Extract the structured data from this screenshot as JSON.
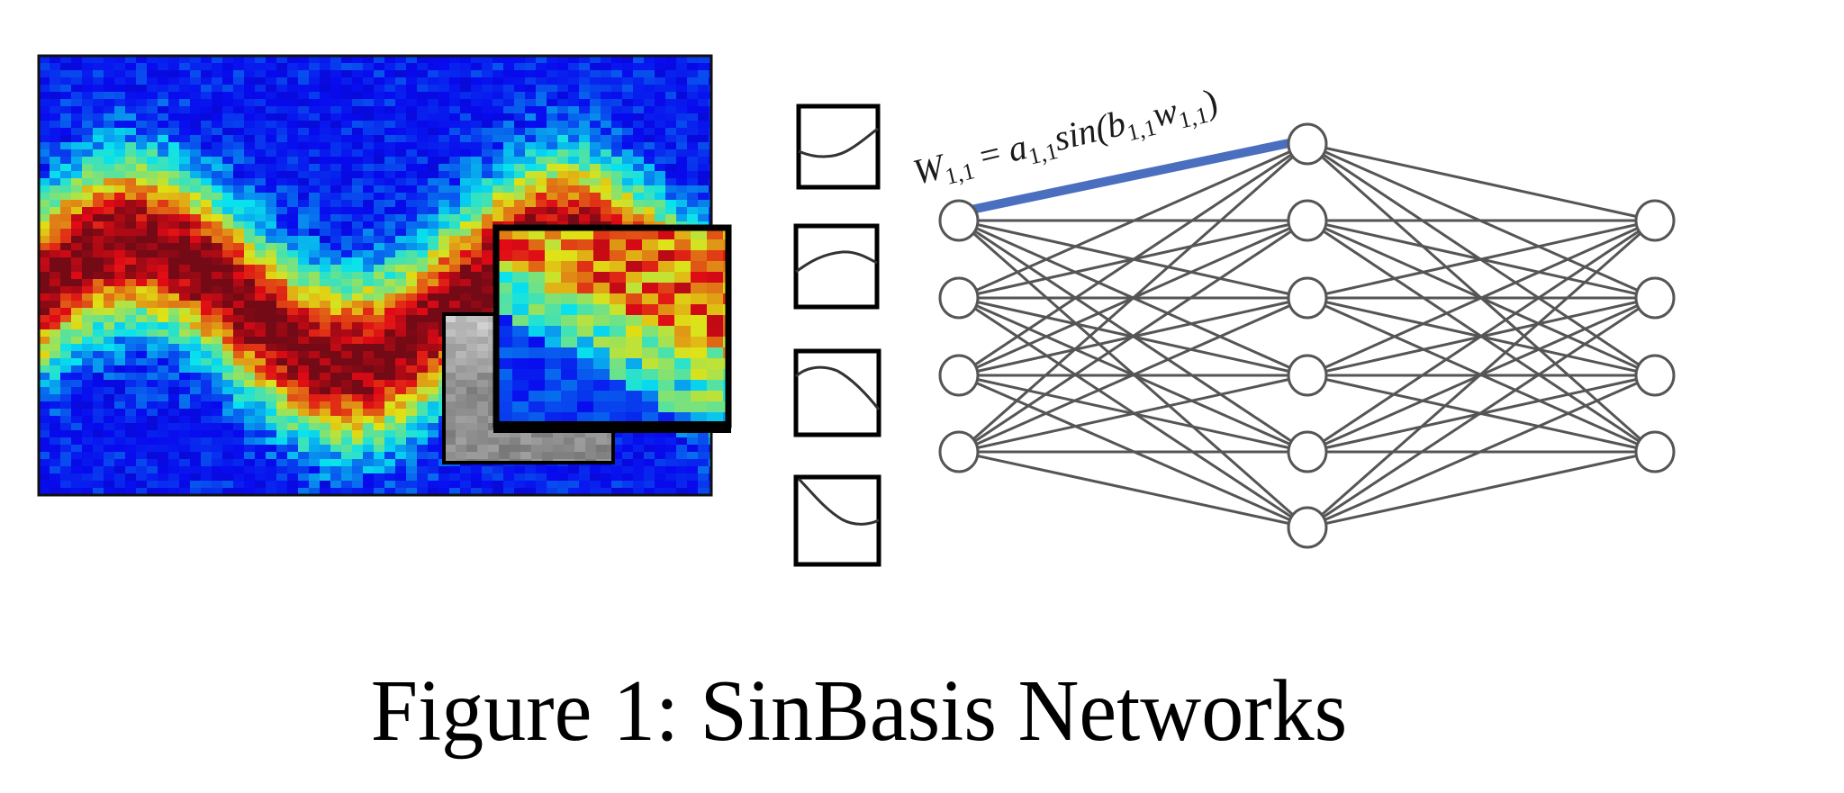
{
  "caption": "Figure 1: SinBasis Networks",
  "formula": {
    "lhs": "W",
    "lhs_sub": "1,1",
    "eq": " = ",
    "a": "a",
    "a_sub": "1,1",
    "sin": "sin(",
    "b": "b",
    "b_sub": "1,1",
    "w": "w",
    "w_sub": "1,1",
    "close": ")"
  },
  "colors": {
    "highlight_edge": "#4a6fbf",
    "edge": "#555555",
    "node_stroke": "#555555",
    "box_border": "#000000"
  },
  "heatmap": {
    "description": "sinusoidal noisy intensity band (jet colormap) with grey patch and zoomed colored inset",
    "colormap": "jet",
    "background": "#2a3fa8"
  },
  "basis_functions": [
    {
      "name": "basis-1",
      "shape": "rising-after-dip"
    },
    {
      "name": "basis-2",
      "shape": "hump"
    },
    {
      "name": "basis-3",
      "shape": "falling-after-peak"
    },
    {
      "name": "basis-4",
      "shape": "falling-then-flat"
    }
  ],
  "network": {
    "layers": [
      4,
      6,
      4
    ],
    "highlight": {
      "from_layer": 0,
      "from_node": 0,
      "to_layer": 1,
      "to_node": 0
    }
  }
}
